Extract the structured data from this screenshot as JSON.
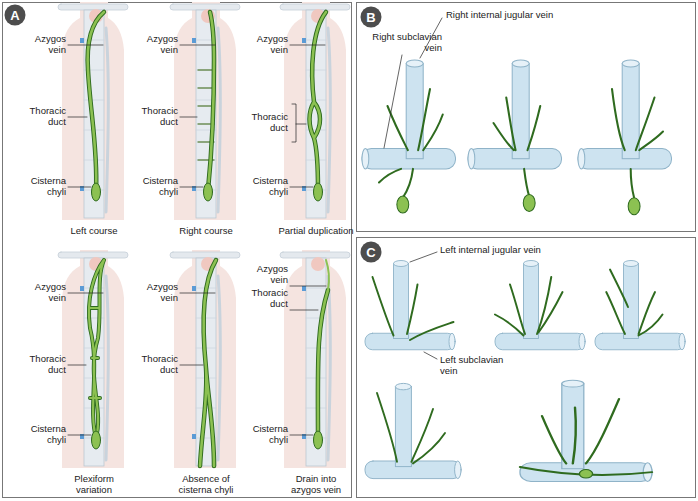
{
  "diagram": {
    "nodes": [
      {
        "text": [
          "A"
        ]
      },
      {
        "text": [
          "B"
        ]
      },
      {
        "text": [
          "C"
        ]
      }
    ],
    "labels": [
      "Azygos vein",
      "Thoracic duct",
      "Cisterna chyli",
      "Left course",
      "Azygos vein",
      "Thoracic duct",
      "Cisterna chyli",
      "Right course",
      "Azygos vein",
      "Thoracic duct",
      "Cisterna chyli",
      "Partial duplication",
      "Azygos vein",
      "Thoracic duct",
      "Cisterna chyli",
      "Plexiform variation",
      "Azygos vein",
      "Thoracic duct",
      "Absence of cisterna chyli",
      "Azygos vein",
      "Thoracic duct",
      "Cisterna chyli",
      "Drain into azygos vein",
      "Right internal jugular vein",
      "Right subclavian vein",
      "Left internal jugular vein",
      "Left subclavian vein"
    ]
  }
}
